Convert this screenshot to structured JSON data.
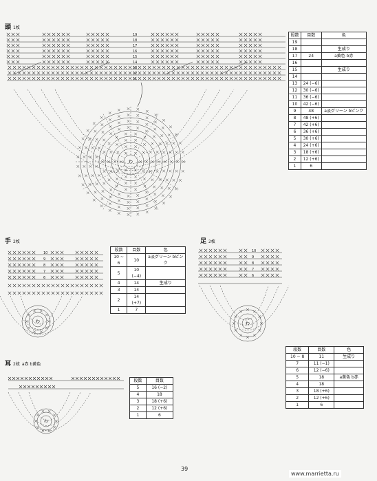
{
  "sections": {
    "head": {
      "title": "頭",
      "count": "1枚"
    },
    "hand": {
      "title": "手",
      "count": "2枚"
    },
    "foot": {
      "title": "足",
      "count": "2枚"
    },
    "ear": {
      "title": "耳",
      "count": "2枚",
      "note": "a赤 b黄色"
    }
  },
  "headers": {
    "rows": "段数",
    "stitches": "目数",
    "color": "色"
  },
  "head_table": {
    "rows": [
      {
        "row": "19",
        "st": "",
        "color": ""
      },
      {
        "row": "18",
        "st": "",
        "color": "生成り"
      },
      {
        "row": "17",
        "st": "24",
        "color": "a黄色 b赤"
      },
      {
        "row": "16",
        "st": "",
        "color": ""
      },
      {
        "row": "15",
        "st": "",
        "color": "生成り"
      },
      {
        "row": "14",
        "st": "",
        "color": ""
      },
      {
        "row": "13",
        "st": "24 (−6)",
        "color": ""
      },
      {
        "row": "12",
        "st": "30 (−6)",
        "color": ""
      },
      {
        "row": "11",
        "st": "36 (−6)",
        "color": ""
      },
      {
        "row": "10",
        "st": "42 (−6)",
        "color": ""
      },
      {
        "row": "9",
        "st": "48",
        "color": "a淡グリーン bピンク"
      },
      {
        "row": "8",
        "st": "48 (+6)",
        "color": ""
      },
      {
        "row": "7",
        "st": "42 (+6)",
        "color": ""
      },
      {
        "row": "6",
        "st": "36 (+6)",
        "color": ""
      },
      {
        "row": "5",
        "st": "30 (+6)",
        "color": ""
      },
      {
        "row": "4",
        "st": "24 (+6)",
        "color": ""
      },
      {
        "row": "3",
        "st": "18 (+6)",
        "color": ""
      },
      {
        "row": "2",
        "st": "12 (+6)",
        "color": ""
      },
      {
        "row": "1",
        "st": "6",
        "color": ""
      }
    ]
  },
  "hand_table": {
    "rows": [
      {
        "row": "10 ~ 6",
        "st": "10",
        "color": "a淡グリーン bピンク"
      },
      {
        "row": "5",
        "st": "10 (−4)",
        "color": ""
      },
      {
        "row": "4",
        "st": "14",
        "color": "生成り"
      },
      {
        "row": "3",
        "st": "14",
        "color": ""
      },
      {
        "row": "2",
        "st": "14 (+7)",
        "color": ""
      },
      {
        "row": "1",
        "st": "7",
        "color": ""
      }
    ]
  },
  "foot_table": {
    "rows": [
      {
        "row": "10 ~ 8",
        "st": "11",
        "color": "生成り"
      },
      {
        "row": "7",
        "st": "11 (−1)",
        "color": ""
      },
      {
        "row": "6",
        "st": "12 (−6)",
        "color": ""
      },
      {
        "row": "5",
        "st": "18",
        "color": "a黄色 b赤"
      },
      {
        "row": "4",
        "st": "18",
        "color": ""
      },
      {
        "row": "3",
        "st": "18 (+6)",
        "color": ""
      },
      {
        "row": "2",
        "st": "12 (+6)",
        "color": ""
      },
      {
        "row": "1",
        "st": "6",
        "color": ""
      }
    ]
  },
  "ear_table": {
    "rows": [
      {
        "row": "5",
        "st": "16 (−2)"
      },
      {
        "row": "4",
        "st": "18"
      },
      {
        "row": "3",
        "st": "18 (+6)"
      },
      {
        "row": "2",
        "st": "12 (+6)"
      },
      {
        "row": "1",
        "st": "6"
      }
    ]
  },
  "labels": {
    "wa": "わ",
    "head_rows": [
      "19",
      "18",
      "17",
      "16",
      "15",
      "14",
      "13",
      "12",
      "11"
    ],
    "hand_rows": [
      "10",
      "9",
      "8",
      "7",
      "6"
    ],
    "foot_rows": [
      "10",
      "9",
      "8",
      "7",
      "6"
    ]
  },
  "page_number": "39",
  "site": "www.marrietta.ru"
}
